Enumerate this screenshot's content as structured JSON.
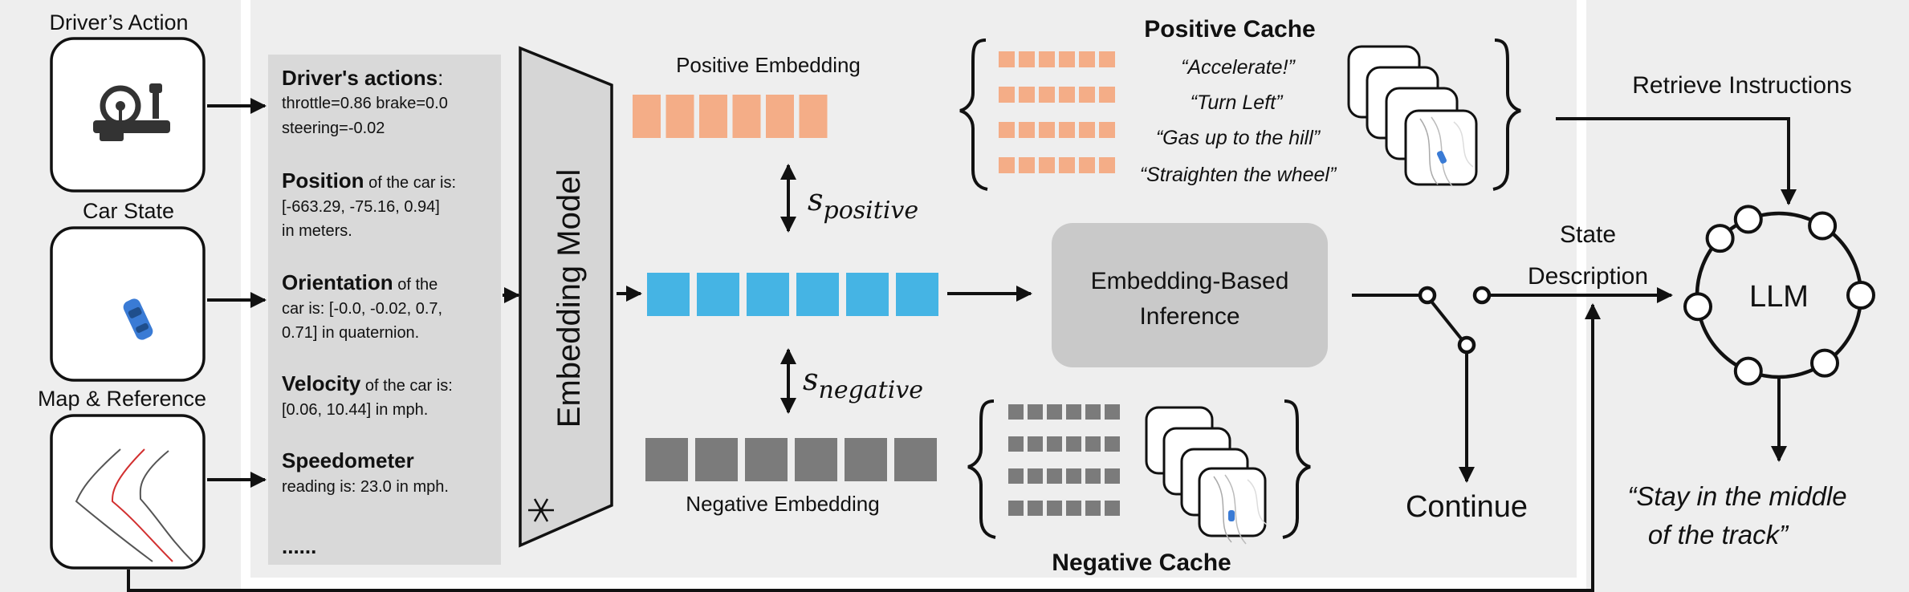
{
  "inputs": {
    "drivers_action": "Driver’s Action",
    "car_state": "Car State",
    "map_reference": "Map & Reference"
  },
  "state_text": [
    {
      "heading": "Driver's actions",
      "after_heading": ":",
      "lines": [
        "throttle=0.86 brake=0.0",
        "steering=-0.02"
      ]
    },
    {
      "heading": "Position",
      "after_heading": " of the car is:",
      "lines": [
        "[-663.29, -75.16, 0.94]",
        "in meters."
      ]
    },
    {
      "heading": "Orientation",
      "after_heading": " of the",
      "lines": [
        "car is: [-0.0, -0.02, 0.7,",
        "0.71] in quaternion."
      ]
    },
    {
      "heading": "Velocity",
      "after_heading": " of the car is:",
      "lines": [
        "[0.06, 10.44] in mph."
      ]
    },
    {
      "heading": "Speedometer",
      "after_heading": "",
      "lines": [
        "reading is: 23.0 in mph."
      ]
    }
  ],
  "state_text_ellipsis": "......",
  "embedding_model": "Embedding Model",
  "frozen_icon": "snowflake-icon",
  "positive_embedding": "Positive Embedding",
  "negative_embedding": "Negative Embedding",
  "similarity": {
    "positive_symbol": "s",
    "positive_subscript": "positive",
    "negative_symbol": "s",
    "negative_subscript": "negative"
  },
  "inference_box": [
    "Embedding-Based",
    "Inference"
  ],
  "positive_cache": {
    "title": "Positive Cache",
    "instructions": [
      "“Accelerate!”",
      "“Turn Left”",
      "“Gas up to the hill”",
      "“Straighten the wheel”"
    ]
  },
  "negative_cache": {
    "title": "Negative Cache"
  },
  "retrieve_instructions": "Retrieve Instructions",
  "state_description": [
    "State",
    "Description"
  ],
  "continue_label": "Continue",
  "llm_label": "LLM",
  "output_instruction": [
    "“Stay in the middle",
    "of the track”"
  ],
  "colors": {
    "positive": "#F4AD87",
    "current": "#45B4E4",
    "negative": "#7B7B7B",
    "panel": "#EEEEEE",
    "text_panel": "#D9D9D9",
    "inference_box": "#C9C9C9",
    "model_fill": "#D6D6D6"
  }
}
